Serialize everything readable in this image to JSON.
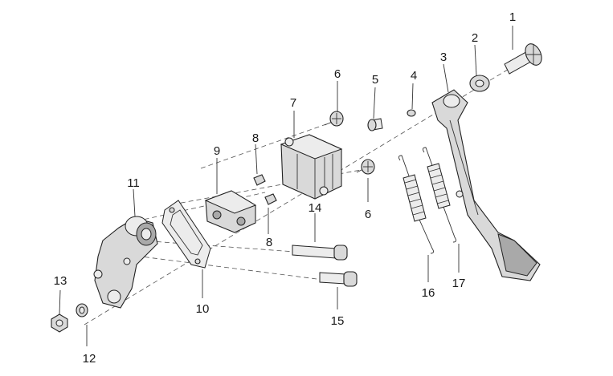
{
  "diagram": {
    "callouts": {
      "c1": "1",
      "c2": "2",
      "c3": "3",
      "c4": "4",
      "c5": "5",
      "c6a": "6",
      "c6b": "6",
      "c7": "7",
      "c8a": "8",
      "c8b": "8",
      "c9": "9",
      "c10": "10",
      "c11": "11",
      "c12": "12",
      "c13": "13",
      "c14": "14",
      "c15": "15",
      "c16": "16",
      "c17": "17"
    }
  }
}
